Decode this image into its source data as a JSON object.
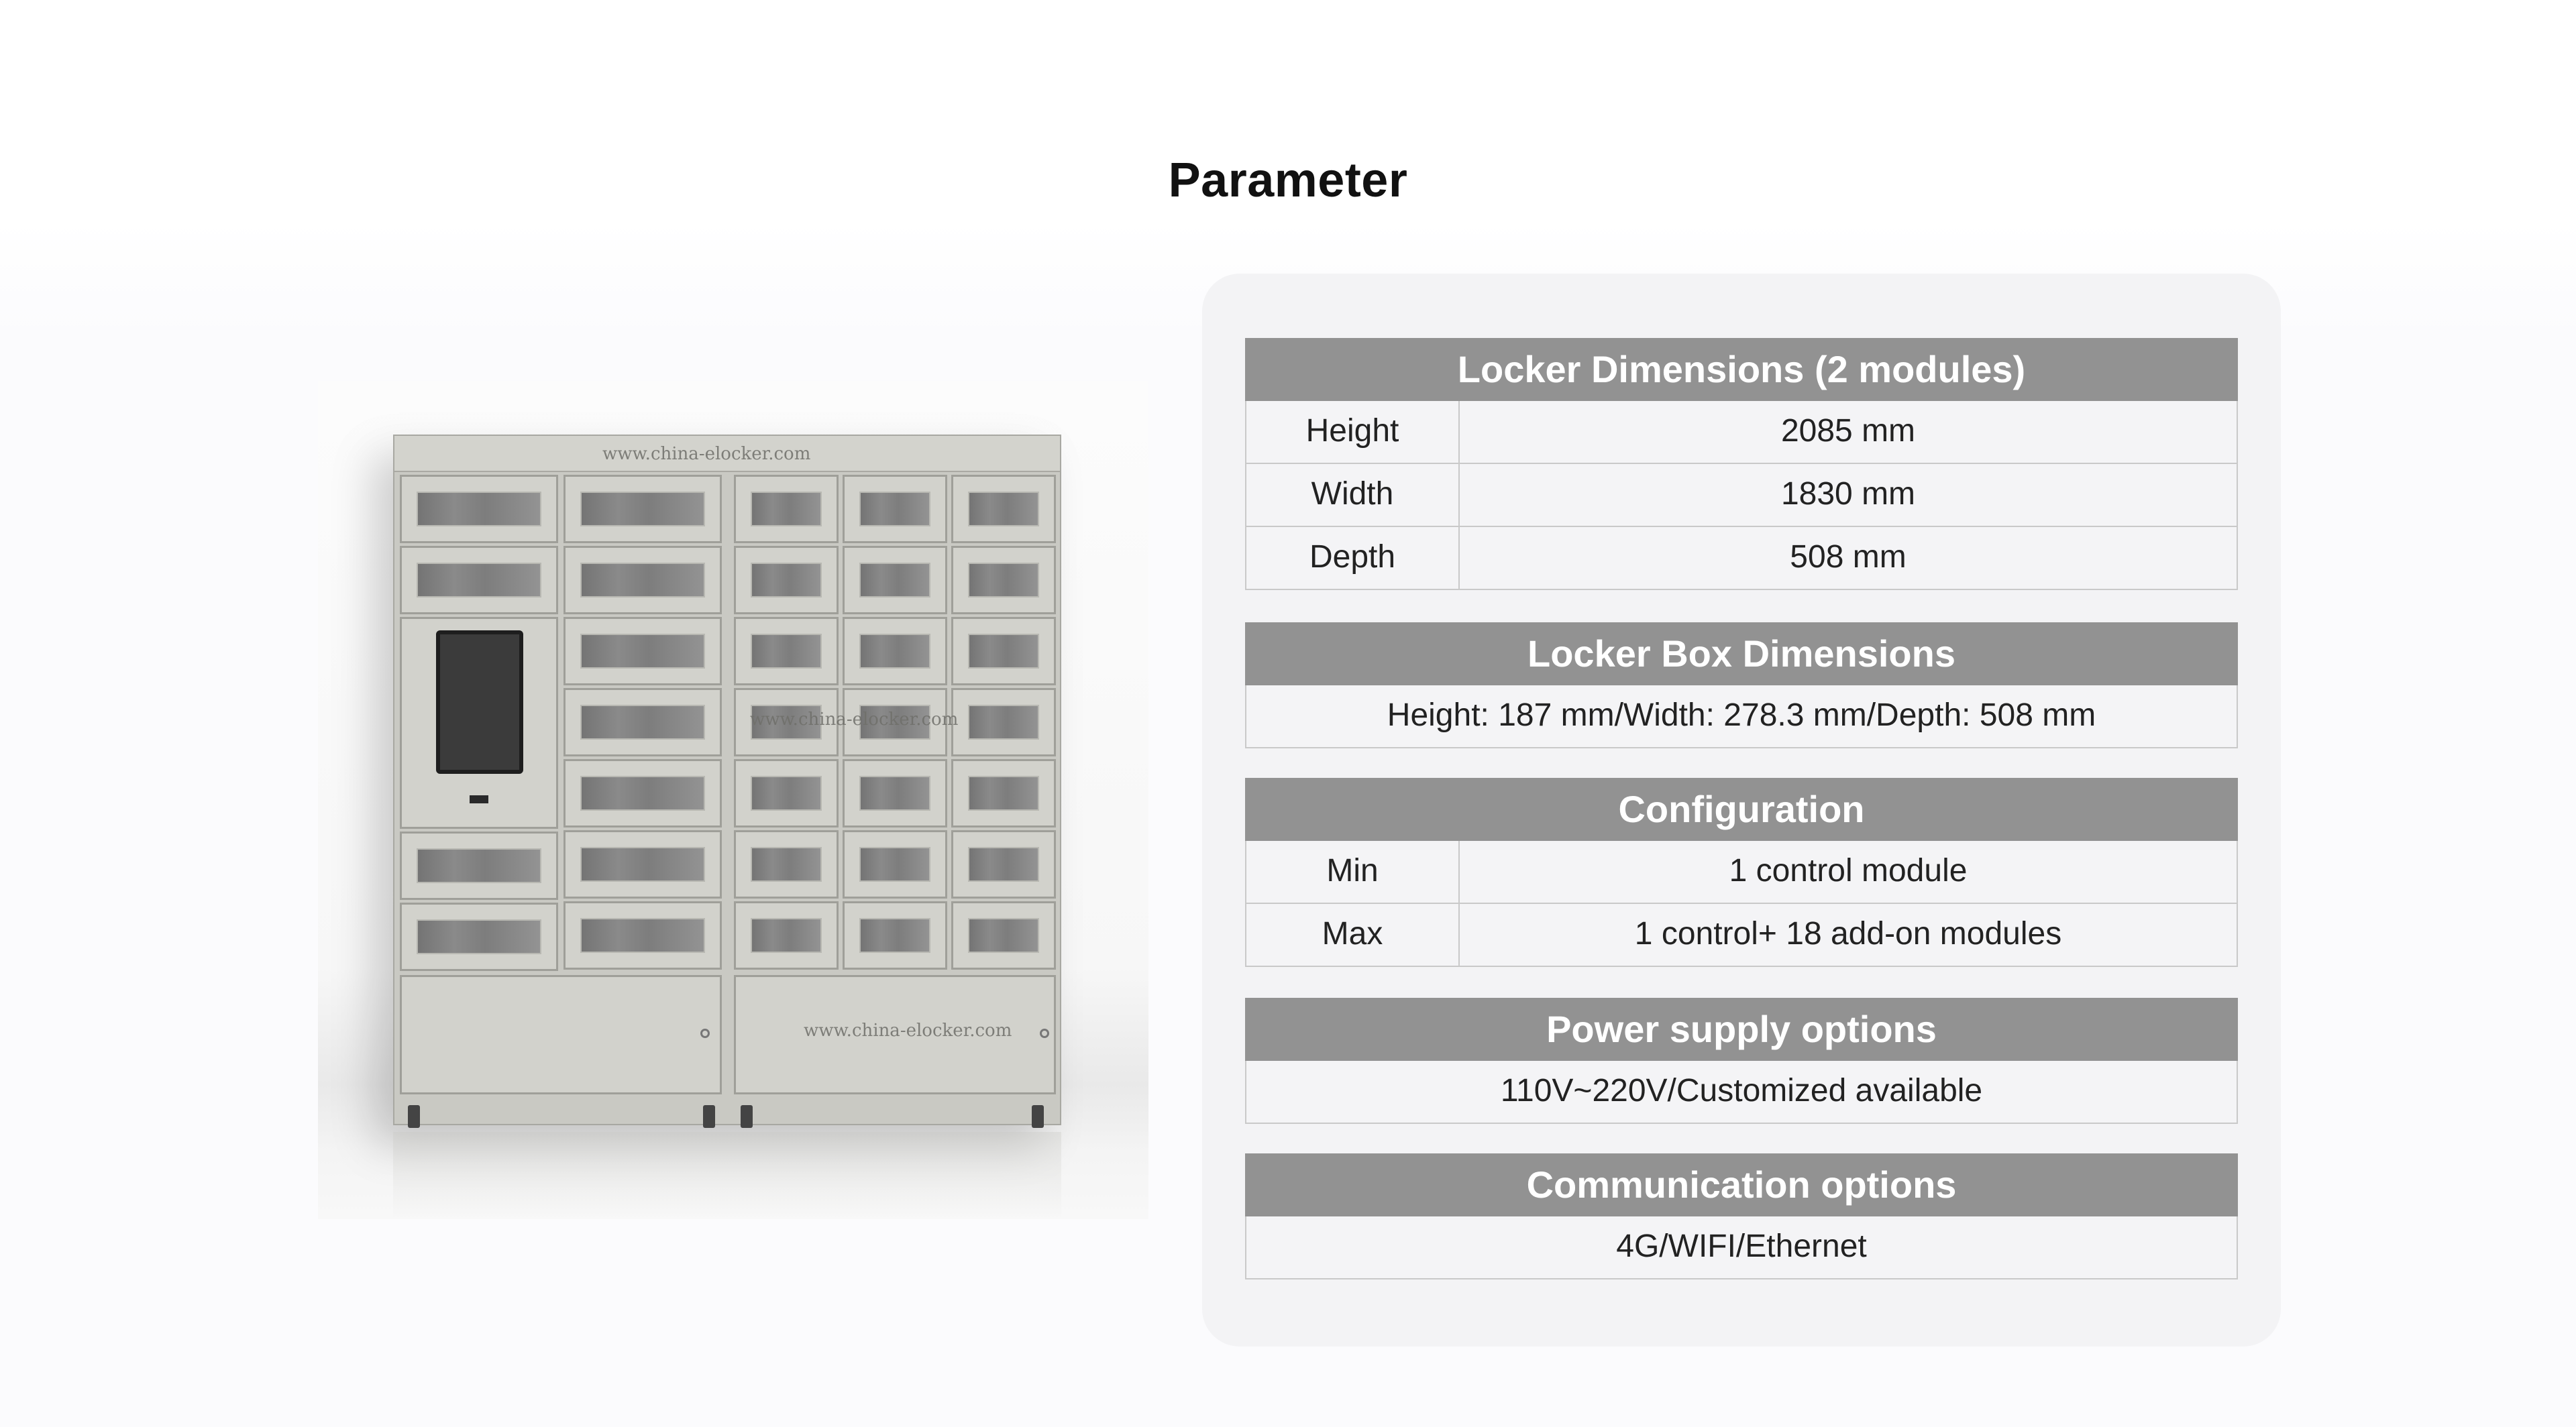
{
  "page": {
    "title": "Parameter"
  },
  "product_image": {
    "watermark": "www.china-elocker.com"
  },
  "spec": {
    "locker_dimensions": {
      "header": "Locker Dimensions (2 modules)",
      "rows": [
        {
          "label": "Height",
          "value": "2085 mm"
        },
        {
          "label": "Width",
          "value": "1830 mm"
        },
        {
          "label": "Depth",
          "value": "508 mm"
        }
      ]
    },
    "box_dimensions": {
      "header": "Locker Box Dimensions",
      "value": "Height: 187 mm/Width: 278.3 mm/Depth: 508 mm"
    },
    "configuration": {
      "header": "Configuration",
      "rows": [
        {
          "label": "Min",
          "value": "1 control module"
        },
        {
          "label": "Max",
          "value": "1 control+ 18 add-on modules"
        }
      ]
    },
    "power_supply": {
      "header": "Power supply options",
      "value": "110V~220V/Customized available"
    },
    "communication": {
      "header": "Communication options",
      "value": "4G/WIFI/Ethernet"
    }
  },
  "colors": {
    "header_bg": "#929292",
    "card_bg": "#f3f3f5",
    "row_border": "#c9c9c9"
  }
}
